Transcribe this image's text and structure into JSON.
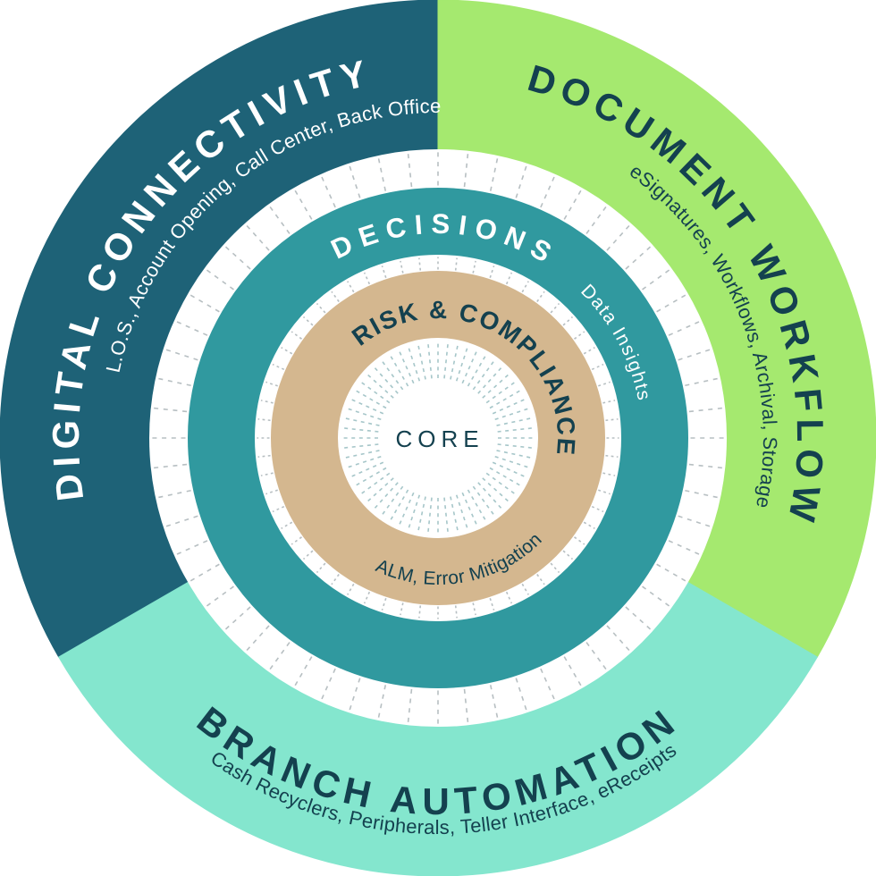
{
  "diagram": {
    "type": "concentric-ring-infographic",
    "center": {
      "label": "CORE"
    },
    "inner_ring": {
      "label": "RISK & COMPLIANCE",
      "sublabel": "ALM, Error Mitigation",
      "color": "#d4b78f",
      "label_color": "#14414f"
    },
    "middle_ring": {
      "label": "DECISIONS",
      "sublabel": "Data Insights",
      "color": "#30999f",
      "label_color": "#ffffff"
    },
    "outer_segments": [
      {
        "id": "digital-connectivity",
        "label": "DIGITAL CONNECTIVITY",
        "sublabel": "L.O.S., Account Opening, Call Center, Back Office",
        "color": "#1e6277",
        "label_color": "#ffffff"
      },
      {
        "id": "document-workflow",
        "label": "DOCUMENT WORKFLOW",
        "sublabel": "eSignatures, Workflows, Archival, Storage",
        "color": "#a5e96f",
        "label_color": "#14414f"
      },
      {
        "id": "branch-automation",
        "label": "BRANCH AUTOMATION",
        "sublabel": "Cash Recyclers, Peripherals, Teller Interface, eReceipts",
        "color": "#84e6ce",
        "label_color": "#14414f"
      }
    ],
    "colors": {
      "background": "#ffffff",
      "core_text": "#14414f",
      "tick_gray": "#b7bfc2",
      "tick_teal": "#a6c6c9"
    }
  }
}
